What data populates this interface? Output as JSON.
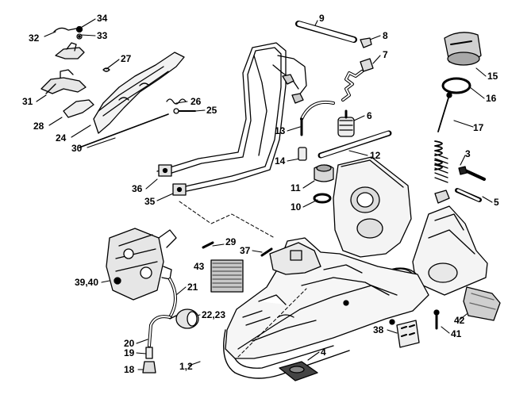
{
  "diagram": {
    "callouts": [
      {
        "id": "c34",
        "text": "34"
      },
      {
        "id": "c32",
        "text": "32"
      },
      {
        "id": "c33",
        "text": "33"
      },
      {
        "id": "c27",
        "text": "27"
      },
      {
        "id": "c31",
        "text": "31"
      },
      {
        "id": "c26",
        "text": "26"
      },
      {
        "id": "c25",
        "text": "25"
      },
      {
        "id": "c28",
        "text": "28"
      },
      {
        "id": "c24",
        "text": "24"
      },
      {
        "id": "c30",
        "text": "30"
      },
      {
        "id": "c9",
        "text": "9"
      },
      {
        "id": "c8",
        "text": "8"
      },
      {
        "id": "c7",
        "text": "7"
      },
      {
        "id": "c15",
        "text": "15"
      },
      {
        "id": "c16",
        "text": "16"
      },
      {
        "id": "c6",
        "text": "6"
      },
      {
        "id": "c13",
        "text": "13"
      },
      {
        "id": "c17",
        "text": "17"
      },
      {
        "id": "c14",
        "text": "14"
      },
      {
        "id": "c12",
        "text": "12"
      },
      {
        "id": "c3",
        "text": "3"
      },
      {
        "id": "c36",
        "text": "36"
      },
      {
        "id": "c11",
        "text": "11"
      },
      {
        "id": "c5",
        "text": "5"
      },
      {
        "id": "c35",
        "text": "35"
      },
      {
        "id": "c10",
        "text": "10"
      },
      {
        "id": "c29",
        "text": "29"
      },
      {
        "id": "c37",
        "text": "37"
      },
      {
        "id": "c43",
        "text": "43"
      },
      {
        "id": "c3940",
        "text": "39,40"
      },
      {
        "id": "c21",
        "text": "21"
      },
      {
        "id": "c2223",
        "text": "22,23"
      },
      {
        "id": "c42",
        "text": "42"
      },
      {
        "id": "c41",
        "text": "41"
      },
      {
        "id": "c20",
        "text": "20"
      },
      {
        "id": "c38",
        "text": "38"
      },
      {
        "id": "c19",
        "text": "19"
      },
      {
        "id": "c4",
        "text": "4"
      },
      {
        "id": "c12b",
        "text": "1,2"
      },
      {
        "id": "c18",
        "text": "18"
      }
    ]
  }
}
